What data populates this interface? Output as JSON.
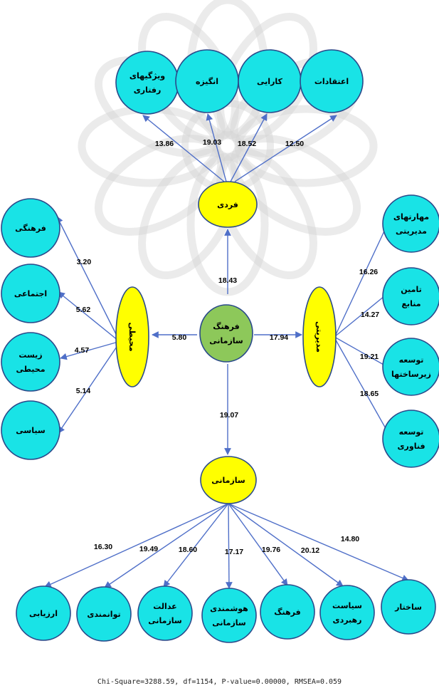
{
  "colors": {
    "cyan_fill": "#19E3E6",
    "yellow_fill": "#FFFF00",
    "green_fill": "#8DC85A",
    "arrow": "#4F6FC8",
    "watermark": "#D2D2D2"
  },
  "nodes": {
    "root": {
      "lines": [
        "فرهنگ",
        "سازمانی"
      ]
    },
    "fardi": {
      "lines": [
        "فردی"
      ]
    },
    "mohiti": {
      "lines": [
        "محیطی"
      ]
    },
    "modiriati": {
      "lines": [
        "مدیریتی"
      ]
    },
    "sazmani": {
      "lines": [
        "سازمانی"
      ]
    },
    "f1": {
      "lines": [
        "ویژگیهای",
        "رفتاری"
      ]
    },
    "f2": {
      "lines": [
        "انگیزه"
      ]
    },
    "f3": {
      "lines": [
        "کارایی"
      ]
    },
    "f4": {
      "lines": [
        "اعتقادات"
      ]
    },
    "m1": {
      "lines": [
        "فرهنگی"
      ]
    },
    "m2": {
      "lines": [
        "اجتماعی"
      ]
    },
    "m3": {
      "lines": [
        "زیست",
        "محیطی"
      ]
    },
    "m4": {
      "lines": [
        "سیاسی"
      ]
    },
    "d1": {
      "lines": [
        "مهارتهای",
        "مدیریتی"
      ]
    },
    "d2": {
      "lines": [
        "تامین",
        "منابع"
      ]
    },
    "d3": {
      "lines": [
        "توسعه",
        "زیرساختها"
      ]
    },
    "d4": {
      "lines": [
        "توسعه",
        "فناوری"
      ]
    },
    "s1": {
      "lines": [
        "ارزیابی"
      ]
    },
    "s2": {
      "lines": [
        "توانمندی"
      ]
    },
    "s3": {
      "lines": [
        "عدالت",
        "سازمانی"
      ]
    },
    "s4": {
      "lines": [
        "هوشمندی",
        "سازمانی"
      ]
    },
    "s5": {
      "lines": [
        "فرهنگ"
      ]
    },
    "s6": {
      "lines": [
        "سیاست",
        "رهبردی"
      ]
    },
    "s7": {
      "lines": [
        "ساختار"
      ]
    }
  },
  "coefficients": {
    "root_fardi": "18.43",
    "root_mohiti": "5.80",
    "root_modiriati": "17.94",
    "root_sazmani": "19.07",
    "f1": "13.86",
    "f2": "19.03",
    "f3": "18.52",
    "f4": "12.50",
    "m1": "3.20",
    "m2": "5.62",
    "m3": "4.57",
    "m4": "5.14",
    "d1": "16.26",
    "d2": "14.27",
    "d3": "19.21",
    "d4": "18.65",
    "s1": "16.30",
    "s2": "19.49",
    "s3": "18.60",
    "s4": "17.17",
    "s5": "19.76",
    "s6": "20.12",
    "s7": "14.80"
  },
  "footer": {
    "fit_statistics": "Chi-Square=3288.59, df=1154, P-value=0.00000, RMSEA=0.059"
  }
}
